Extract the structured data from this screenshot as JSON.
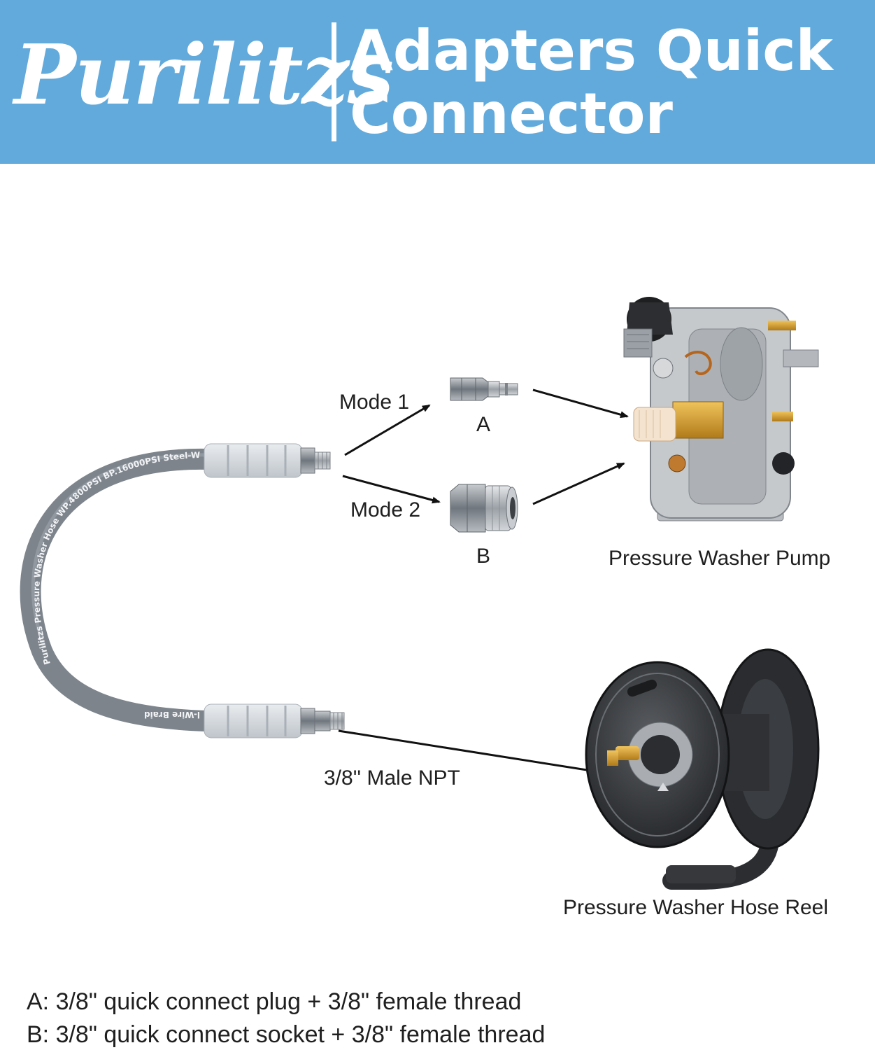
{
  "header": {
    "brand": "Purilitzs",
    "title_line1": "Adapters Quick",
    "title_line2": "Connector",
    "background_color": "#62aadb"
  },
  "hose": {
    "print_top": "Purilitzs Pressure Washer Hose WP.4800PSI BP.16000PSI Steel-Wire Braid",
    "print_bottom": "l-Wire Braid",
    "color": "#878e96"
  },
  "labels": {
    "mode1": "Mode 1",
    "mode2": "Mode 2",
    "part_a": "A",
    "part_b": "B",
    "pump": "Pressure Washer Pump",
    "reel": "Pressure Washer Hose Reel",
    "npt": "3/8'' Male NPT"
  },
  "specs": {
    "a": "A: 3/8\" quick connect plug + 3/8\" female thread",
    "b": "B: 3/8\" quick connect socket + 3/8\" female thread"
  }
}
